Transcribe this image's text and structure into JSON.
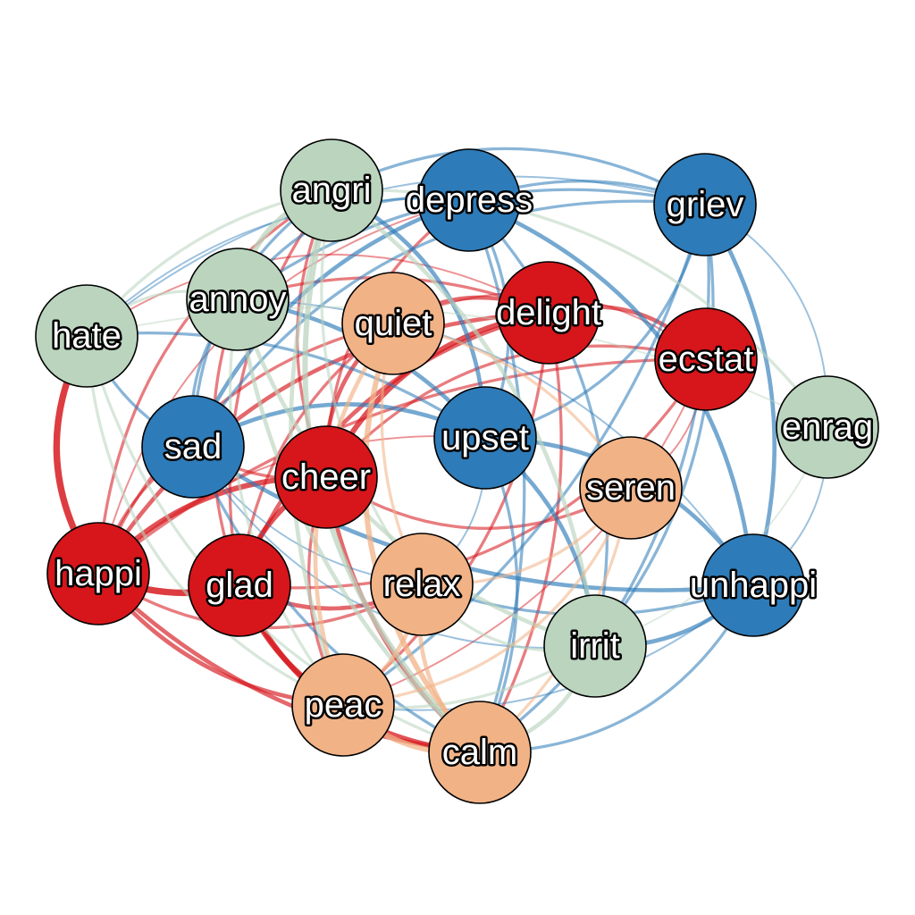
{
  "legend": [],
  "groups": {
    "anger": {
      "color": "#bad4be"
    },
    "sadness": {
      "color": "#2d7bb8"
    },
    "joy": {
      "color": "#d6161b"
    },
    "calm": {
      "color": "#f1b286"
    }
  },
  "nodes": [
    {
      "id": "angri",
      "label": "angri",
      "group": "anger"
    },
    {
      "id": "depress",
      "label": "depress",
      "group": "sadness"
    },
    {
      "id": "griev",
      "label": "griev",
      "group": "sadness"
    },
    {
      "id": "annoy",
      "label": "annoy",
      "group": "anger"
    },
    {
      "id": "hate",
      "label": "hate",
      "group": "anger"
    },
    {
      "id": "quiet",
      "label": "quiet",
      "group": "calm"
    },
    {
      "id": "delight",
      "label": "delight",
      "group": "joy"
    },
    {
      "id": "ecstat",
      "label": "ecstat",
      "group": "joy"
    },
    {
      "id": "enrag",
      "label": "enrag",
      "group": "anger"
    },
    {
      "id": "sad",
      "label": "sad",
      "group": "sadness"
    },
    {
      "id": "cheer",
      "label": "cheer",
      "group": "joy"
    },
    {
      "id": "upset",
      "label": "upset",
      "group": "sadness"
    },
    {
      "id": "seren",
      "label": "seren",
      "group": "calm"
    },
    {
      "id": "happi",
      "label": "happi",
      "group": "joy"
    },
    {
      "id": "glad",
      "label": "glad",
      "group": "joy"
    },
    {
      "id": "relax",
      "label": "relax",
      "group": "calm"
    },
    {
      "id": "unhappi",
      "label": "unhappi",
      "group": "sadness"
    },
    {
      "id": "irrit",
      "label": "irrit",
      "group": "anger"
    },
    {
      "id": "peac",
      "label": "peac",
      "group": "calm"
    },
    {
      "id": "calm",
      "label": "calm",
      "group": "calm"
    }
  ],
  "edges": [
    {
      "source": "happi",
      "target": "glad",
      "weight": 5
    },
    {
      "source": "happi",
      "target": "cheer",
      "weight": 4
    },
    {
      "source": "happi",
      "target": "delight",
      "weight": 3
    },
    {
      "source": "happi",
      "target": "hate",
      "weight": 5
    },
    {
      "source": "happi",
      "target": "calm",
      "weight": 3
    },
    {
      "source": "happi",
      "target": "peac",
      "weight": 3
    },
    {
      "source": "happi",
      "target": "quiet",
      "weight": 2
    },
    {
      "source": "happi",
      "target": "relax",
      "weight": 2
    },
    {
      "source": "happi",
      "target": "sad",
      "weight": 2
    },
    {
      "source": "happi",
      "target": "upset",
      "weight": 1
    },
    {
      "source": "happi",
      "target": "angri",
      "weight": 2
    },
    {
      "source": "happi",
      "target": "depress",
      "weight": 1
    },
    {
      "source": "happi",
      "target": "ecstat",
      "weight": 2
    },
    {
      "source": "glad",
      "target": "cheer",
      "weight": 4
    },
    {
      "source": "glad",
      "target": "delight",
      "weight": 3
    },
    {
      "source": "glad",
      "target": "calm",
      "weight": 4
    },
    {
      "source": "glad",
      "target": "peac",
      "weight": 4
    },
    {
      "source": "glad",
      "target": "quiet",
      "weight": 2
    },
    {
      "source": "glad",
      "target": "relax",
      "weight": 3
    },
    {
      "source": "glad",
      "target": "ecstat",
      "weight": 2
    },
    {
      "source": "glad",
      "target": "annoy",
      "weight": 2
    },
    {
      "source": "glad",
      "target": "angri",
      "weight": 2
    },
    {
      "source": "cheer",
      "target": "delight",
      "weight": 4
    },
    {
      "source": "cheer",
      "target": "ecstat",
      "weight": 2
    },
    {
      "source": "cheer",
      "target": "calm",
      "weight": 3
    },
    {
      "source": "cheer",
      "target": "peac",
      "weight": 2
    },
    {
      "source": "cheer",
      "target": "quiet",
      "weight": 3
    },
    {
      "source": "cheer",
      "target": "seren",
      "weight": 2
    },
    {
      "source": "cheer",
      "target": "sad",
      "weight": 2
    },
    {
      "source": "cheer",
      "target": "angri",
      "weight": 2
    },
    {
      "source": "cheer",
      "target": "depress",
      "weight": 2
    },
    {
      "source": "delight",
      "target": "ecstat",
      "weight": 3
    },
    {
      "source": "delight",
      "target": "calm",
      "weight": 2
    },
    {
      "source": "delight",
      "target": "peac",
      "weight": 2
    },
    {
      "source": "delight",
      "target": "quiet",
      "weight": 3
    },
    {
      "source": "delight",
      "target": "hate",
      "weight": 1
    },
    {
      "source": "delight",
      "target": "annoy",
      "weight": 2
    },
    {
      "source": "ecstat",
      "target": "peac",
      "weight": 1
    },
    {
      "source": "ecstat",
      "target": "seren",
      "weight": 1
    },
    {
      "source": "ecstat",
      "target": "quiet",
      "weight": 1
    },
    {
      "source": "sad",
      "target": "unhappi",
      "weight": 3
    },
    {
      "source": "sad",
      "target": "depress",
      "weight": 3
    },
    {
      "source": "sad",
      "target": "upset",
      "weight": 3
    },
    {
      "source": "sad",
      "target": "griev",
      "weight": 2
    },
    {
      "source": "sad",
      "target": "hate",
      "weight": 2
    },
    {
      "source": "sad",
      "target": "annoy",
      "weight": 2
    },
    {
      "source": "sad",
      "target": "angri",
      "weight": 2
    },
    {
      "source": "sad",
      "target": "irrit",
      "weight": 1
    },
    {
      "source": "sad",
      "target": "calm",
      "weight": 2
    },
    {
      "source": "sad",
      "target": "relax",
      "weight": 1
    },
    {
      "source": "upset",
      "target": "unhappi",
      "weight": 3
    },
    {
      "source": "upset",
      "target": "angri",
      "weight": 3
    },
    {
      "source": "upset",
      "target": "annoy",
      "weight": 3
    },
    {
      "source": "upset",
      "target": "irrit",
      "weight": 3
    },
    {
      "source": "upset",
      "target": "depress",
      "weight": 2
    },
    {
      "source": "upset",
      "target": "griev",
      "weight": 2
    },
    {
      "source": "upset",
      "target": "hate",
      "weight": 2
    },
    {
      "source": "upset",
      "target": "calm",
      "weight": 2
    },
    {
      "source": "upset",
      "target": "relax",
      "weight": 1
    },
    {
      "source": "depress",
      "target": "unhappi",
      "weight": 3
    },
    {
      "source": "depress",
      "target": "griev",
      "weight": 2
    },
    {
      "source": "depress",
      "target": "hate",
      "weight": 1
    },
    {
      "source": "depress",
      "target": "irrit",
      "weight": 2
    },
    {
      "source": "depress",
      "target": "annoy",
      "weight": 2
    },
    {
      "source": "depress",
      "target": "calm",
      "weight": 2
    },
    {
      "source": "griev",
      "target": "unhappi",
      "weight": 3
    },
    {
      "source": "griev",
      "target": "hate",
      "weight": 1
    },
    {
      "source": "griev",
      "target": "enrag",
      "weight": 1
    },
    {
      "source": "griev",
      "target": "irrit",
      "weight": 2
    },
    {
      "source": "griev",
      "target": "annoy",
      "weight": 2
    },
    {
      "source": "griev",
      "target": "angri",
      "weight": 2
    },
    {
      "source": "griev",
      "target": "calm",
      "weight": 2
    },
    {
      "source": "griev",
      "target": "peac",
      "weight": 2
    },
    {
      "source": "unhappi",
      "target": "irrit",
      "weight": 3
    },
    {
      "source": "unhappi",
      "target": "enrag",
      "weight": 1
    },
    {
      "source": "unhappi",
      "target": "calm",
      "weight": 2
    },
    {
      "source": "unhappi",
      "target": "relax",
      "weight": 2
    },
    {
      "source": "unhappi",
      "target": "peac",
      "weight": 1
    },
    {
      "source": "unhappi",
      "target": "annoy",
      "weight": 1
    },
    {
      "source": "angri",
      "target": "annoy",
      "weight": 4
    },
    {
      "source": "angri",
      "target": "hate",
      "weight": 2
    },
    {
      "source": "angri",
      "target": "irrit",
      "weight": 3
    },
    {
      "source": "angri",
      "target": "enrag",
      "weight": 2
    },
    {
      "source": "angri",
      "target": "calm",
      "weight": 4
    },
    {
      "source": "angri",
      "target": "peac",
      "weight": 3
    },
    {
      "source": "angri",
      "target": "relax",
      "weight": 2
    },
    {
      "source": "annoy",
      "target": "irrit",
      "weight": 3
    },
    {
      "source": "annoy",
      "target": "hate",
      "weight": 2
    },
    {
      "source": "annoy",
      "target": "calm",
      "weight": 3
    },
    {
      "source": "annoy",
      "target": "peac",
      "weight": 2
    },
    {
      "source": "hate",
      "target": "calm",
      "weight": 2
    },
    {
      "source": "hate",
      "target": "peac",
      "weight": 2
    },
    {
      "source": "hate",
      "target": "enrag",
      "weight": 1
    },
    {
      "source": "irrit",
      "target": "enrag",
      "weight": 1
    },
    {
      "source": "irrit",
      "target": "calm",
      "weight": 3
    },
    {
      "source": "irrit",
      "target": "relax",
      "weight": 2
    },
    {
      "source": "irrit",
      "target": "peac",
      "weight": 2
    },
    {
      "source": "calm",
      "target": "peac",
      "weight": 4
    },
    {
      "source": "calm",
      "target": "relax",
      "weight": 3
    },
    {
      "source": "calm",
      "target": "quiet",
      "weight": 4
    },
    {
      "source": "calm",
      "target": "seren",
      "weight": 2
    },
    {
      "source": "peac",
      "target": "relax",
      "weight": 3
    },
    {
      "source": "peac",
      "target": "quiet",
      "weight": 3
    },
    {
      "source": "peac",
      "target": "seren",
      "weight": 2
    },
    {
      "source": "quiet",
      "target": "relax",
      "weight": 2
    },
    {
      "source": "quiet",
      "target": "seren",
      "weight": 2
    },
    {
      "source": "relax",
      "target": "seren",
      "weight": 2
    }
  ]
}
